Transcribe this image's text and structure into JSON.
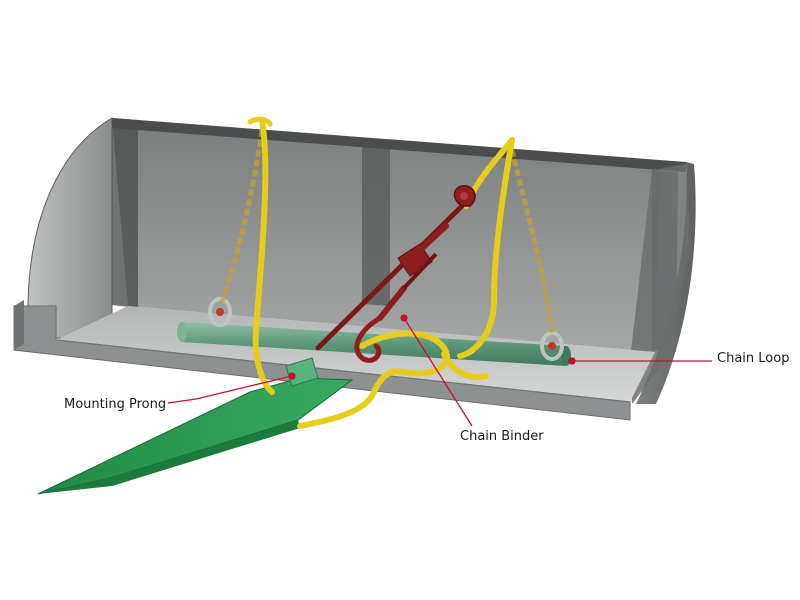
{
  "labels": {
    "chain_loop": "Chain Loop",
    "mounting_prong": "Mounting Prong",
    "chain_binder": "Chain Binder"
  },
  "colors": {
    "bucket_gray": "#8f9191",
    "chain_yellow": "#e8cc1c",
    "binder_red": "#8e1e1e",
    "bar_green": "#6ea58a",
    "prong_green": "#2e9a56",
    "leader_red": "#c8102e"
  }
}
